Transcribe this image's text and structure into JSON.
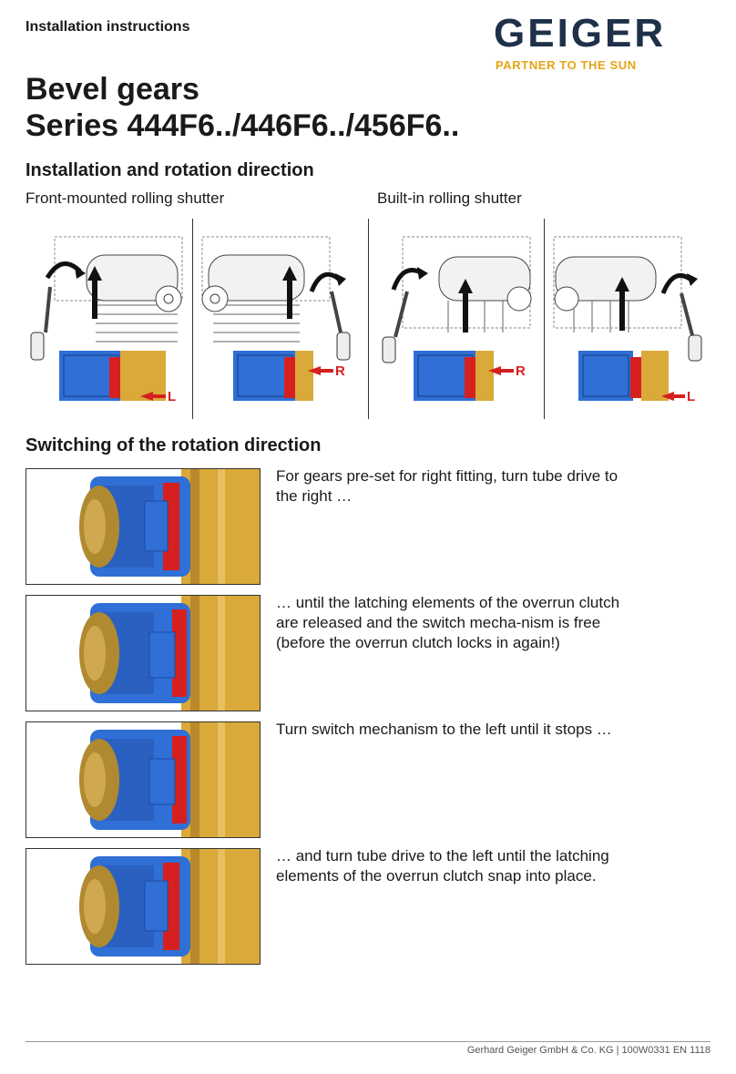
{
  "header": {
    "doc_type": "Installation instructions",
    "brand": "GEIGER",
    "tagline": "PARTNER TO THE SUN"
  },
  "title_line1": "Bevel gears",
  "title_line2": "Series 444F6../446F6../456F6..",
  "section1": {
    "heading": "Installation and rotation direction",
    "front_label": "Front-mounted rolling shutter",
    "builtin_label": "Built-in rolling shutter",
    "figures": [
      {
        "side": "L"
      },
      {
        "side": "R"
      },
      {
        "side": "R"
      },
      {
        "side": "L"
      }
    ]
  },
  "section2": {
    "heading": "Switching of the rotation direction",
    "steps": [
      {
        "text": "For gears pre-set for right fitting, turn tube drive to the right …"
      },
      {
        "text": "… until the latching elements of the overrun clutch are released and the switch mecha-nism is free (before the overrun clutch locks in again!)"
      },
      {
        "text": "Turn switch mechanism to the left until it stops …"
      },
      {
        "text": "… and turn tube drive to the left until the latching elements of the overrun clutch snap into place."
      }
    ]
  },
  "footer": {
    "text": "Gerhard Geiger GmbH & Co. KG | 100W0331 EN 1118"
  },
  "colors": {
    "brand_navy": "#1f3049",
    "brand_gold": "#e8a317",
    "gear_blue": "#2f6fd6",
    "clutch_red": "#d62020",
    "brass": "#d9a93a"
  }
}
